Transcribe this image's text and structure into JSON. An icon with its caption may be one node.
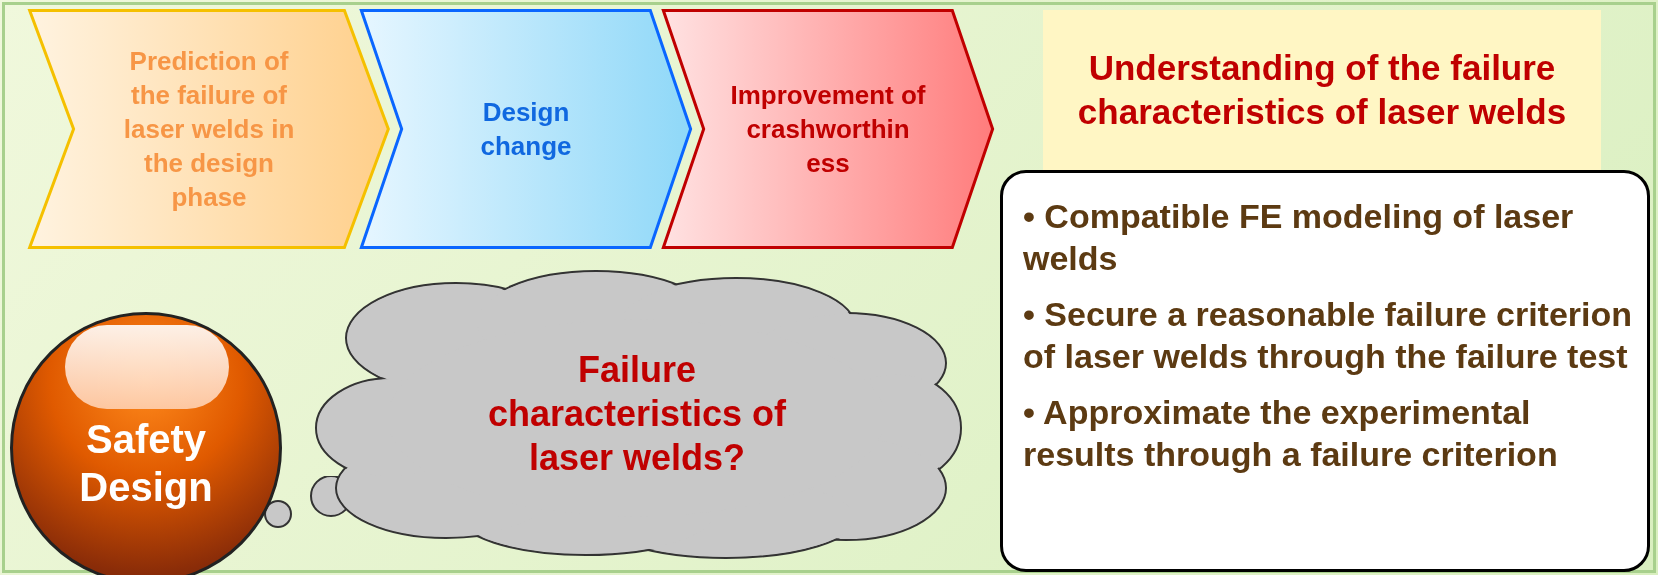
{
  "diagram": {
    "nodes": [
      {
        "text": [
          "Prediction of the failure of laser welds in the design phase"
        ]
      },
      {
        "text": [
          "Design change"
        ]
      },
      {
        "text": [
          "Improvement of crashworthin ess"
        ]
      },
      {
        "text": [
          "Understanding of the failure characteristics of laser welds"
        ]
      },
      {
        "text": [
          "• Compatible FE modeling of laser welds",
          "• Secure a reasonable failure criterion of laser welds through the failure test",
          "• Approximate the experimental results through a failure criterion"
        ]
      },
      {
        "text": [
          "Safety Design"
        ]
      },
      {
        "text": [
          "Failure characteristics of laser welds?"
        ]
      }
    ],
    "edges": []
  }
}
